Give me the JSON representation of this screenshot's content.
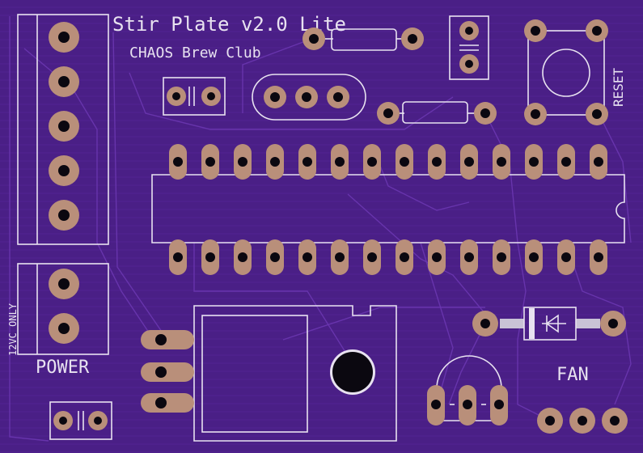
{
  "board": {
    "title": "Stir Plate v2.0 Lite",
    "subtitle": "CHAOS Brew Club",
    "labels": {
      "reset": "RESET",
      "power": "POWER",
      "voltage_note": "12VC ONLY",
      "fan": "FAN"
    },
    "colors": {
      "soldermask": "#4a1f86",
      "silkscreen": "#e8e2f0",
      "pad": "#b98f7a",
      "drill": "#0b0810"
    }
  }
}
